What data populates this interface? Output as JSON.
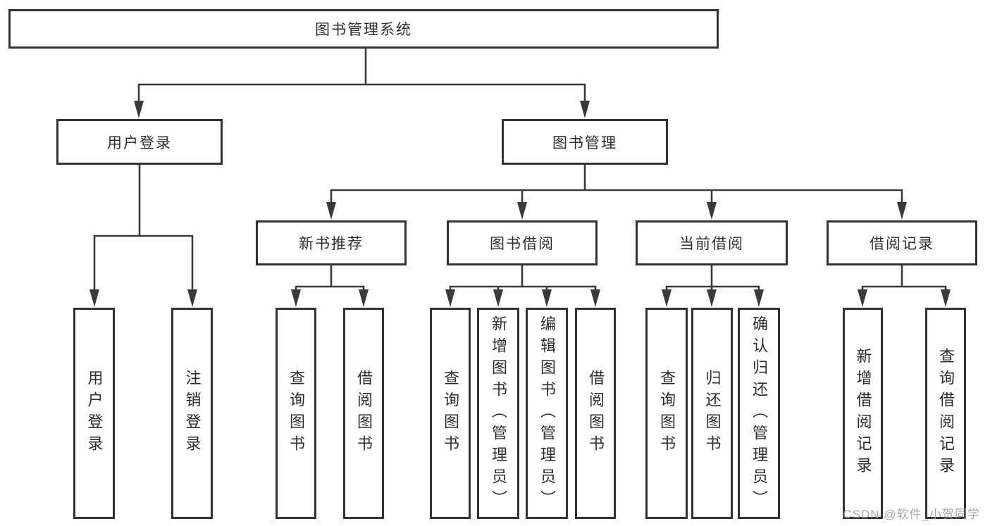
{
  "diagram": {
    "type": "hierarchy",
    "colors": {
      "background": "#ffffff",
      "line": "#3a3a3a",
      "box_border": "#333333",
      "text": "#2d2d2d",
      "watermark": "#9e9e9e"
    },
    "root": {
      "label": "图书管理系统"
    },
    "level2": [
      {
        "label": "用户登录"
      },
      {
        "label": "图书管理"
      }
    ],
    "level3": [
      {
        "label": "新书推荐",
        "parent": "图书管理"
      },
      {
        "label": "图书借阅",
        "parent": "图书管理"
      },
      {
        "label": "当前借阅",
        "parent": "图书管理"
      },
      {
        "label": "借阅记录",
        "parent": "图书管理"
      }
    ],
    "leaves": [
      {
        "label": "用户登录",
        "parent": "用户登录"
      },
      {
        "label": "注销登录",
        "parent": "用户登录"
      },
      {
        "label": "查询图书",
        "parent": "新书推荐"
      },
      {
        "label": "借阅图书",
        "parent": "新书推荐"
      },
      {
        "label": "查询图书",
        "parent": "图书借阅"
      },
      {
        "label": "新增图书（管理员）",
        "parent": "图书借阅"
      },
      {
        "label": "编辑图书（管理员）",
        "parent": "图书借阅"
      },
      {
        "label": "借阅图书",
        "parent": "图书借阅"
      },
      {
        "label": "查询图书",
        "parent": "当前借阅"
      },
      {
        "label": "归还图书",
        "parent": "当前借阅"
      },
      {
        "label": "确认归还（管理员）",
        "parent": "当前借阅"
      },
      {
        "label": "新增借阅记录",
        "parent": "借阅记录"
      },
      {
        "label": "查询借阅记录",
        "parent": "借阅记录"
      }
    ],
    "watermark": "CSDN @软件_小贺同学"
  }
}
